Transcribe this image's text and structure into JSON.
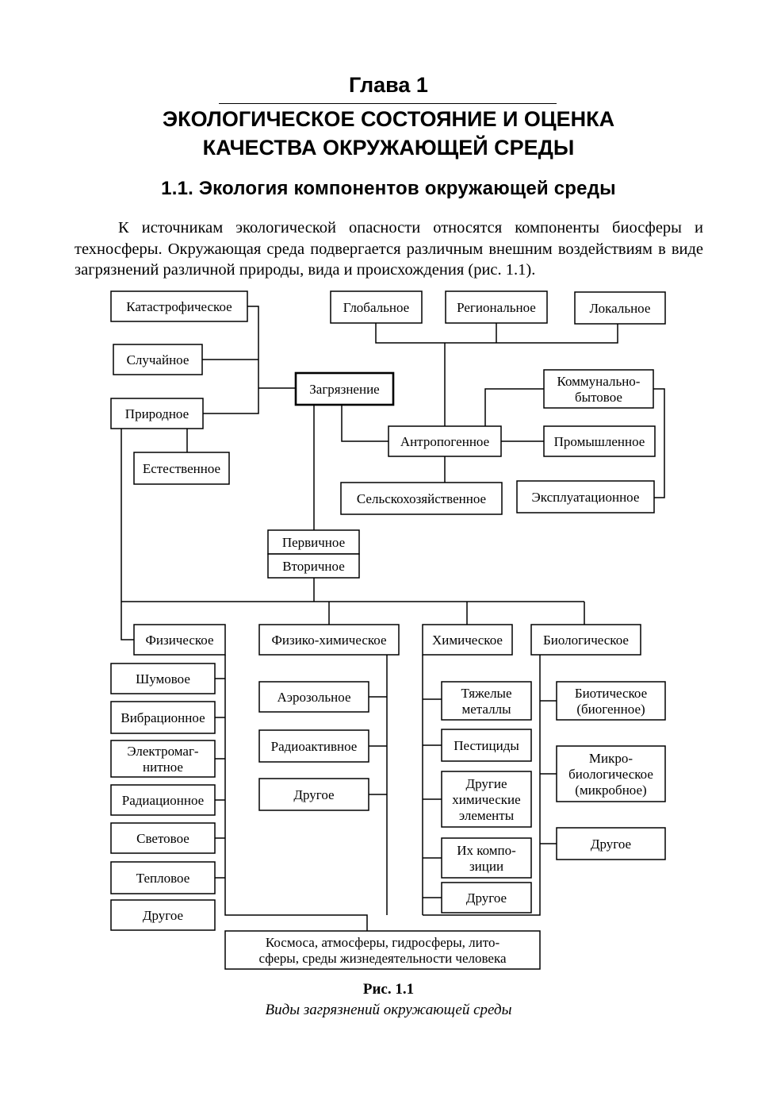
{
  "chapter": {
    "label": "Глава 1",
    "title_line1": "ЭКОЛОГИЧЕСКОЕ СОСТОЯНИЕ И ОЦЕНКА",
    "title_line2": "КАЧЕСТВА ОКРУЖАЮЩЕЙ СРЕДЫ"
  },
  "section": {
    "title": "1.1. Экология компонентов окружающей среды"
  },
  "paragraph": "К источникам экологической опасности относятся компоненты биосферы и техносферы. Окружающая среда подвергается различным внешним воздействиям в виде загрязнений различной природы, вида и происхождения (рис. 1.1).",
  "diagram": {
    "nodes": {
      "catastrophic": [
        "Катастрофическое"
      ],
      "random": [
        "Случайное"
      ],
      "natural": [
        "Природное"
      ],
      "inherent": [
        "Естественное"
      ],
      "pollution": [
        "Загрязнение"
      ],
      "global": [
        "Глобальное"
      ],
      "regional": [
        "Региональное"
      ],
      "local": [
        "Локальное"
      ],
      "communal": [
        "Коммунально-",
        "бытовое"
      ],
      "anthropogenic": [
        "Антропогенное"
      ],
      "industrial": [
        "Промышленное"
      ],
      "agricultural": [
        "Сельскохозяйственное"
      ],
      "operational": [
        "Эксплуатационное"
      ],
      "primary": [
        "Первичное"
      ],
      "secondary": [
        "Вторичное"
      ],
      "physical": [
        "Физическое"
      ],
      "physchem": [
        "Физико-химическое"
      ],
      "chemical": [
        "Химическое"
      ],
      "biological": [
        "Биологическое"
      ],
      "noise": [
        "Шумовое"
      ],
      "vibration": [
        "Вибрационное"
      ],
      "electromagnetic": [
        "Электромаг-",
        "нитное"
      ],
      "radiation": [
        "Радиационное"
      ],
      "light": [
        "Световое"
      ],
      "thermal": [
        "Тепловое"
      ],
      "phys_other": [
        "Другое"
      ],
      "aerosol": [
        "Аэрозольное"
      ],
      "radioactive": [
        "Радиоактивное"
      ],
      "pc_other": [
        "Другое"
      ],
      "heavy_metals": [
        "Тяжелые",
        "металлы"
      ],
      "pesticides": [
        "Пестициды"
      ],
      "other_chem": [
        "Другие",
        "химические",
        "элементы"
      ],
      "compositions": [
        "Их компо-",
        "зиции"
      ],
      "chem_other": [
        "Другое"
      ],
      "biotic": [
        "Биотическое",
        "(биогенное)"
      ],
      "microbial": [
        "Микро-",
        "биологическое",
        "(микробное)"
      ],
      "bio_other": [
        "Другое"
      ],
      "spheres": [
        "Космоса,  атмосферы,  гидросферы,  лито-",
        "сферы, среды жизнедеятельности человека"
      ]
    }
  },
  "caption": {
    "number": "Рис. 1.1",
    "text": "Виды загрязнений окружающей среды"
  }
}
